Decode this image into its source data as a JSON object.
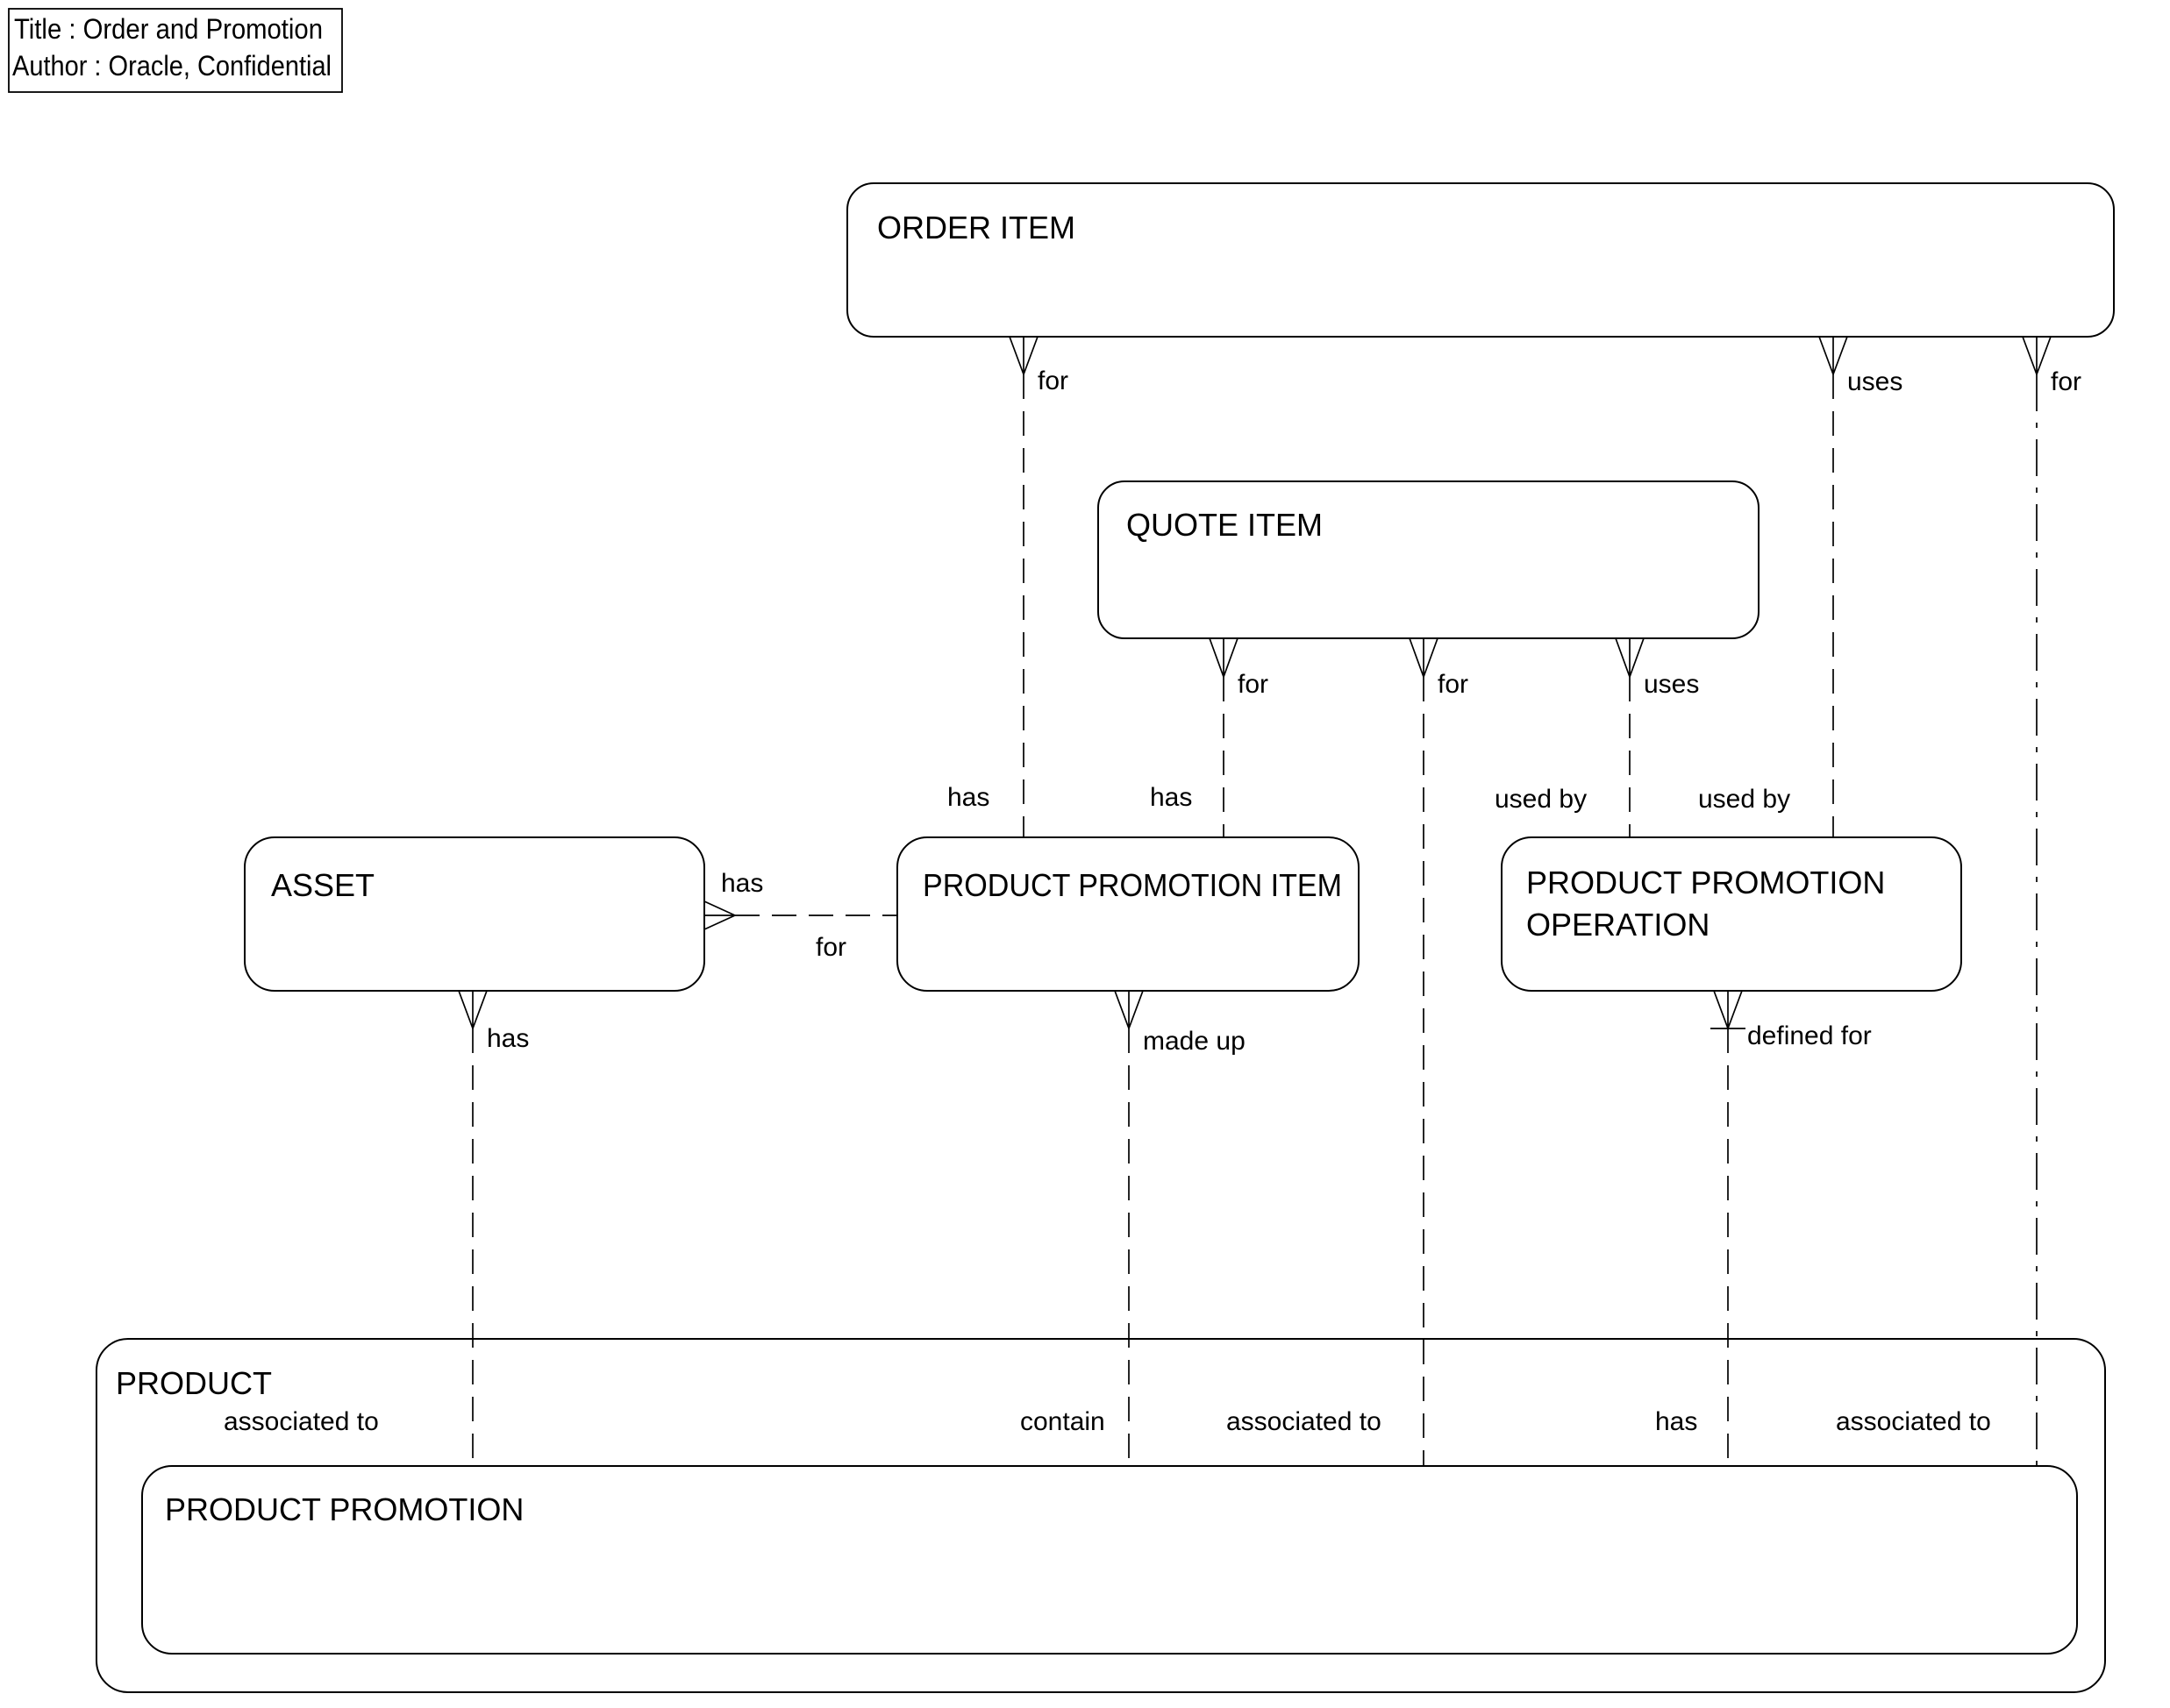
{
  "title_block": {
    "line1": "Title : Order and Promotion",
    "line2": "Author : Oracle, Confidential"
  },
  "colors": {
    "background": "#ffffff",
    "line": "#000000",
    "text": "#000000"
  },
  "entities": {
    "order_item": {
      "label": "ORDER ITEM"
    },
    "quote_item": {
      "label": "QUOTE ITEM"
    },
    "asset": {
      "label": "ASSET"
    },
    "product_promotion_item": {
      "label": "PRODUCT PROMOTION ITEM"
    },
    "product_promotion_operation": {
      "label_line1": "PRODUCT PROMOTION",
      "label_line2": "OPERATION"
    },
    "product": {
      "label": "PRODUCT"
    },
    "product_promotion": {
      "label": "PRODUCT PROMOTION"
    }
  },
  "relationships": [
    {
      "from": "ORDER ITEM",
      "to": "PRODUCT PROMOTION ITEM",
      "label_a": "for",
      "label_b": "has"
    },
    {
      "from": "QUOTE ITEM",
      "to": "PRODUCT PROMOTION ITEM",
      "label_a": "for",
      "label_b": "has"
    },
    {
      "from": "QUOTE ITEM",
      "to": "PRODUCT PROMOTION OPERATION",
      "label_a": "uses",
      "label_b": "used by"
    },
    {
      "from": "ORDER ITEM",
      "to": "PRODUCT PROMOTION OPERATION",
      "label_a": "uses",
      "label_b": "used by"
    },
    {
      "from": "ASSET",
      "to": "PRODUCT PROMOTION ITEM",
      "label_a": "has",
      "label_b": "for"
    },
    {
      "from": "ASSET",
      "to": "PRODUCT PROMOTION",
      "label_a": "has",
      "label_b": "associated to"
    },
    {
      "from": "PRODUCT PROMOTION ITEM",
      "to": "PRODUCT PROMOTION",
      "label_a": "made up",
      "label_b": "contain"
    },
    {
      "from": "QUOTE ITEM",
      "to": "PRODUCT PROMOTION",
      "label_a": "for",
      "label_b": "associated to"
    },
    {
      "from": "PRODUCT PROMOTION OPERATION",
      "to": "PRODUCT PROMOTION",
      "label_a": "defined for",
      "label_b": "has"
    },
    {
      "from": "ORDER ITEM",
      "to": "PRODUCT PROMOTION",
      "label_a": "for",
      "label_b": "associated to"
    }
  ]
}
